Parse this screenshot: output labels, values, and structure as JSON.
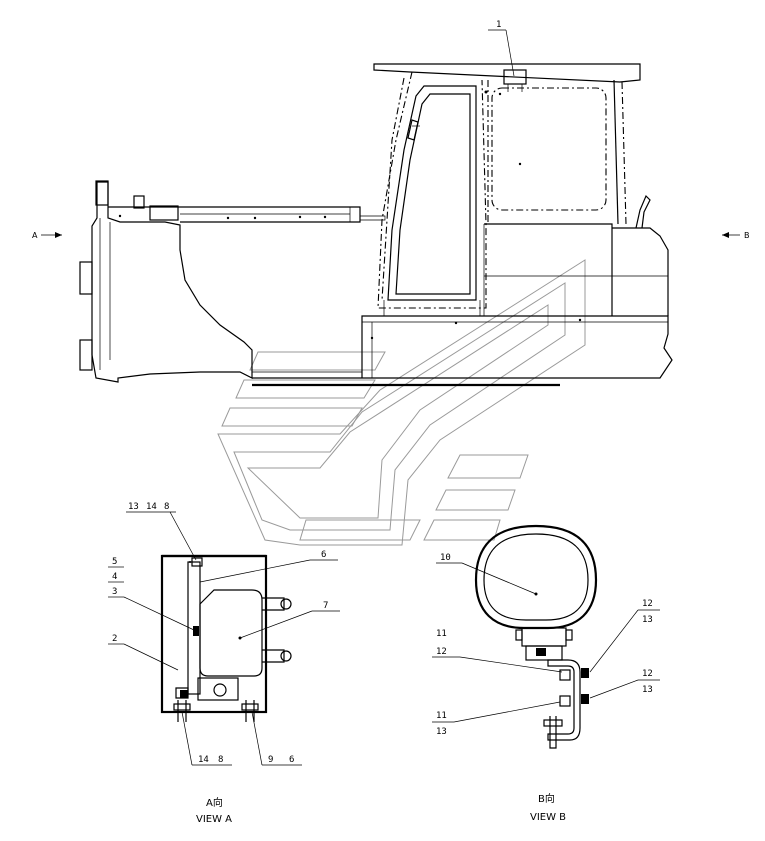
{
  "main_view": {
    "arrow_left_label": "A",
    "arrow_right_label": "B",
    "callout_1": "1"
  },
  "view_a": {
    "labels": {
      "top_group_a": "13",
      "top_group_b": "14",
      "top_group_c": "8",
      "l5": "5",
      "l4": "4",
      "l3": "3",
      "l2": "2",
      "l6": "6",
      "l7": "7",
      "bottom_left_a": "14",
      "bottom_left_b": "8",
      "bottom_right_a": "9",
      "bottom_right_b": "6"
    },
    "caption_cn": "A向",
    "caption_en": "VIEW A"
  },
  "view_b": {
    "labels": {
      "l10": "10",
      "l11": "11",
      "l12": "12",
      "right_top_a": "12",
      "right_top_b": "13",
      "right_mid_a": "12",
      "right_mid_b": "13",
      "left_low_a": "11",
      "left_low_b": "13"
    },
    "caption_cn": "B向",
    "caption_en": "VIEW B"
  }
}
